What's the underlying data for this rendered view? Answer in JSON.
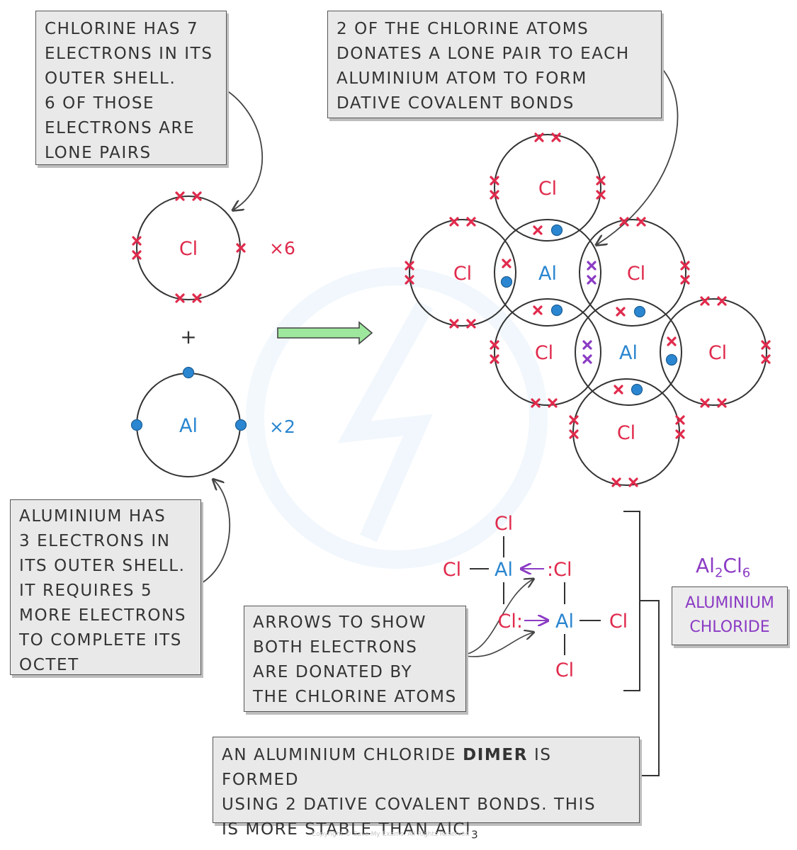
{
  "notes": {
    "chlorine": [
      "CHLORINE HAS 7",
      "ELECTRONS IN ITS",
      "OUTER SHELL.",
      "6 OF THOSE",
      "ELECTRONS ARE",
      "LONE PAIRS"
    ],
    "donates": [
      "2 OF THE CHLORINE ATOMS",
      "DONATES A LONE PAIR TO EACH",
      "ALUMINIUM ATOM TO FORM",
      "DATIVE COVALENT BONDS"
    ],
    "aluminium": [
      "ALUMINIUM HAS",
      "3 ELECTRONS IN",
      "ITS OUTER SHELL.",
      "IT REQUIRES 5",
      "MORE ELECTRONS",
      "TO COMPLETE ITS",
      "OCTET"
    ],
    "arrows": [
      "ARROWS TO SHOW",
      "BOTH ELECTRONS",
      "ARE DONATED BY",
      "THE CHLORINE ATOMS"
    ],
    "dimer_pre": "AN ALUMINIUM CHLORIDE",
    "dimer_bold": "DIMER",
    "dimer_post": "IS FORMED",
    "dimer_line2": "USING 2 DATIVE COVALENT BONDS. THIS",
    "dimer_line3_pre": "IS MORE STABLE THAN AlCl",
    "dimer_line3_sub": "3"
  },
  "atoms": {
    "chlorine_symbol": "Cl",
    "aluminium_symbol": "Al"
  },
  "reactants": {
    "chlorine_multiplier": "×6",
    "aluminium_multiplier": "×2",
    "plus": "+"
  },
  "formula": {
    "al": "Al",
    "al_sub": "2",
    "cl": "Cl",
    "cl_sub": "6"
  },
  "product_name": [
    "ALUMINIUM",
    "CHLORIDE"
  ],
  "structural": {
    "lone_pair_right": ":Cl",
    "lone_pair_left": "Cl:"
  },
  "copyright": "Copyright © Save My Exams. All Rights Reserved",
  "colors": {
    "chlorine": "#e02a4c",
    "aluminium": "#2a86d0",
    "donated_electrons": "#8b3bc4",
    "reaction_arrow": "#9ee89e"
  },
  "icons": {
    "electron_cross": "cross-icon",
    "electron_dot": "dot-icon",
    "reaction_arrow": "right-arrow-icon"
  }
}
